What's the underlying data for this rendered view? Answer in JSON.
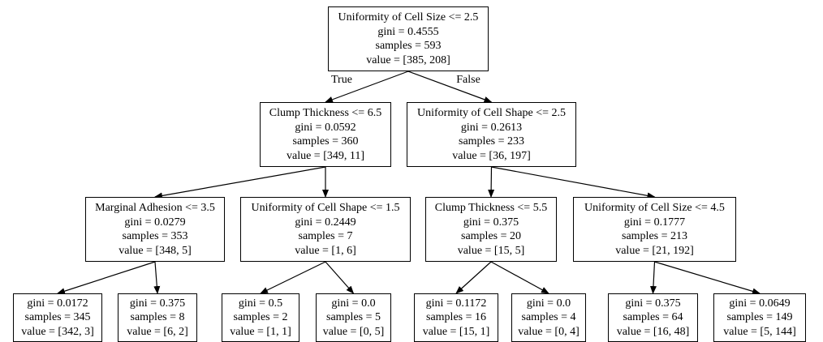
{
  "tree": {
    "nodes": [
      {
        "id": "n0",
        "lines": [
          "Uniformity of Cell Size <= 2.5",
          "gini = 0.4555",
          "samples = 593",
          "value = [385, 208]"
        ]
      },
      {
        "id": "n1",
        "lines": [
          "Clump Thickness <= 6.5",
          "gini = 0.0592",
          "samples = 360",
          "value = [349, 11]"
        ]
      },
      {
        "id": "n2",
        "lines": [
          "Uniformity of Cell Shape <= 2.5",
          "gini = 0.2613",
          "samples = 233",
          "value = [36, 197]"
        ]
      },
      {
        "id": "n3",
        "lines": [
          "Marginal Adhesion <= 3.5",
          "gini = 0.0279",
          "samples = 353",
          "value = [348, 5]"
        ]
      },
      {
        "id": "n4",
        "lines": [
          "Uniformity of Cell Shape <= 1.5",
          "gini = 0.2449",
          "samples = 7",
          "value = [1, 6]"
        ]
      },
      {
        "id": "n5",
        "lines": [
          "Clump Thickness <= 5.5",
          "gini = 0.375",
          "samples = 20",
          "value = [15, 5]"
        ]
      },
      {
        "id": "n6",
        "lines": [
          "Uniformity of Cell Size <= 4.5",
          "gini = 0.1777",
          "samples = 213",
          "value = [21, 192]"
        ]
      },
      {
        "id": "n7",
        "lines": [
          "gini = 0.0172",
          "samples = 345",
          "value = [342, 3]"
        ]
      },
      {
        "id": "n8",
        "lines": [
          "gini = 0.375",
          "samples = 8",
          "value = [6, 2]"
        ]
      },
      {
        "id": "n9",
        "lines": [
          "gini = 0.5",
          "samples = 2",
          "value = [1, 1]"
        ]
      },
      {
        "id": "n10",
        "lines": [
          "gini = 0.0",
          "samples = 5",
          "value = [0, 5]"
        ]
      },
      {
        "id": "n11",
        "lines": [
          "gini = 0.1172",
          "samples = 16",
          "value = [15, 1]"
        ]
      },
      {
        "id": "n12",
        "lines": [
          "gini = 0.0",
          "samples = 4",
          "value = [0, 4]"
        ]
      },
      {
        "id": "n13",
        "lines": [
          "gini = 0.375",
          "samples = 64",
          "value = [16, 48]"
        ]
      },
      {
        "id": "n14",
        "lines": [
          "gini = 0.0649",
          "samples = 149",
          "value = [5, 144]"
        ]
      }
    ],
    "edges": [
      {
        "from": "n0",
        "to": "n1",
        "label": "True"
      },
      {
        "from": "n0",
        "to": "n2",
        "label": "False"
      },
      {
        "from": "n1",
        "to": "n3"
      },
      {
        "from": "n1",
        "to": "n4"
      },
      {
        "from": "n2",
        "to": "n5"
      },
      {
        "from": "n2",
        "to": "n6"
      },
      {
        "from": "n3",
        "to": "n7"
      },
      {
        "from": "n3",
        "to": "n8"
      },
      {
        "from": "n4",
        "to": "n9"
      },
      {
        "from": "n4",
        "to": "n10"
      },
      {
        "from": "n5",
        "to": "n11"
      },
      {
        "from": "n5",
        "to": "n12"
      },
      {
        "from": "n6",
        "to": "n13"
      },
      {
        "from": "n6",
        "to": "n14"
      }
    ]
  }
}
